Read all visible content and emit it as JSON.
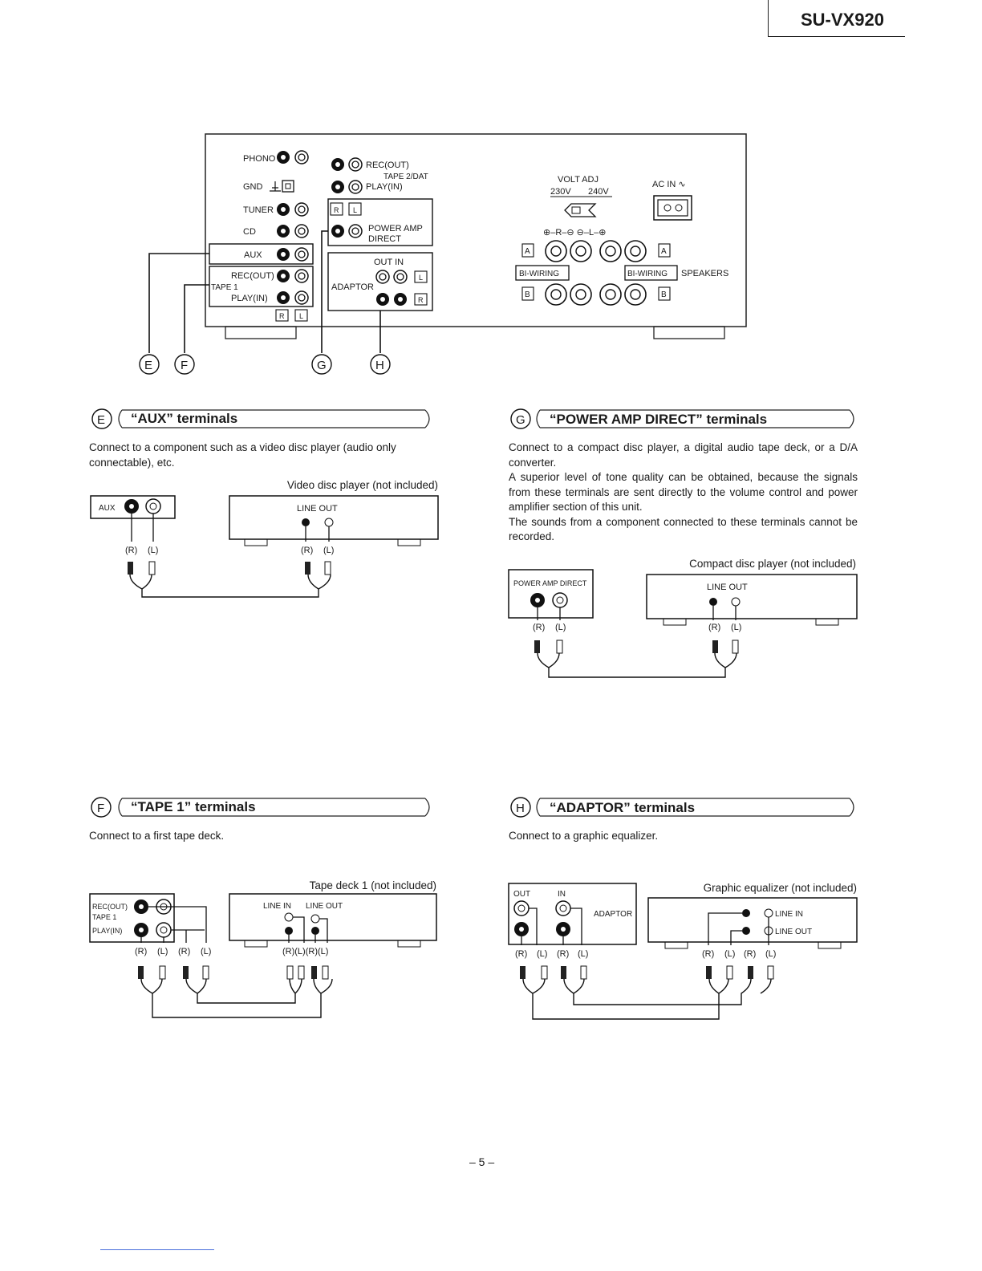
{
  "header": {
    "model": "SU-VX920"
  },
  "panel": {
    "phono": "PHONO",
    "gnd": "GND",
    "tuner": "TUNER",
    "cd": "CD",
    "aux": "AUX",
    "rec_out": "REC(OUT)",
    "tape1": "TAPE 1",
    "play_in": "PLAY(IN)",
    "tape2_rec": "REC(OUT)",
    "tape2_label": "TAPE 2/DAT",
    "tape2_play": "PLAY(IN)",
    "r": "R",
    "l": "L",
    "power_amp": "POWER AMP",
    "direct": "DIRECT",
    "out_in": "OUT  IN",
    "adaptor": "ADAPTOR",
    "volt_adj": "VOLT  ADJ",
    "v230": "230V",
    "v240": "240V",
    "ac_in": "AC IN ∿",
    "speaker_a": "A",
    "speaker_b": "B",
    "bi_wiring": "BI-WIRING",
    "speakers": "SPEAKERS",
    "polarity": "⊕–R–⊖  ⊖–L–⊕",
    "callouts": [
      "E",
      "F",
      "G",
      "H"
    ]
  },
  "sections": {
    "E": {
      "letter": "E",
      "title": "“AUX” terminals",
      "body": "Connect to a component such as a video disc player (audio only connectable), etc.",
      "caption": "Video disc player (not included)",
      "unit_label": "AUX",
      "device_label": "LINE OUT",
      "r": "(R)",
      "l": "(L)"
    },
    "G": {
      "letter": "G",
      "title": "“POWER AMP DIRECT” terminals",
      "body": "Connect to a compact disc player, a digital audio tape deck, or a D/A converter.\nA superior level of tone quality can be obtained, because the signals from these terminals are sent directly to the volume control and power amplifier section of this unit.\nThe sounds from a component connected to these terminals cannot be recorded.",
      "caption": "Compact disc player (not included)",
      "unit_label": "POWER AMP DIRECT",
      "device_label": "LINE OUT",
      "r": "(R)",
      "l": "(L)"
    },
    "F": {
      "letter": "F",
      "title": "“TAPE 1” terminals",
      "body": "Connect to a first tape deck.",
      "caption": "Tape deck 1 (not included)",
      "unit_rec": "REC(OUT)",
      "unit_tape": "TAPE 1",
      "unit_play": "PLAY(IN)",
      "device_line_in": "LINE IN",
      "device_line_out": "LINE OUT",
      "r": "(R)",
      "l": "(L)",
      "rl_pair": "(R)(L)(R)(L)"
    },
    "H": {
      "letter": "H",
      "title": "“ADAPTOR” terminals",
      "body": "Connect to a graphic equalizer.",
      "caption": "Graphic equalizer (not included)",
      "unit_out": "OUT",
      "unit_in": "IN",
      "unit_label": "ADAPTOR",
      "device_line_in": "LINE IN",
      "device_line_out": "LINE OUT",
      "r": "(R)",
      "l": "(L)"
    }
  },
  "footer": {
    "page": "– 5 –"
  }
}
